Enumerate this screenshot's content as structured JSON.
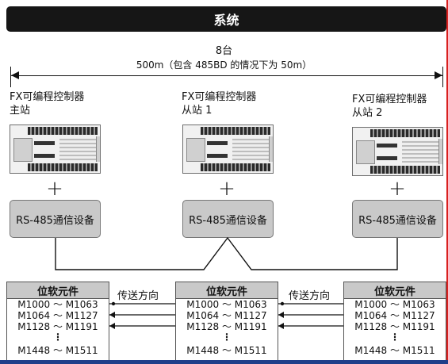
{
  "header": {
    "title": "系统"
  },
  "span": {
    "count": "8台",
    "distance": "500m（包含 485BD 的情况下为 50m）"
  },
  "stations": [
    {
      "title": "FX可编程控制器",
      "role": "主站"
    },
    {
      "title": "FX可编程控制器",
      "role": "从站 1"
    },
    {
      "title": "FX可编程控制器",
      "role": "从站 2"
    }
  ],
  "plus_symbol": "+",
  "rs_device_label": "RS-485通信设备",
  "bit_table": {
    "header": "位软元件",
    "rows": [
      "M1000 ～ M1063",
      "M1064 ～ M1127",
      "M1128 ～ M1191"
    ],
    "ellipsis": "⋮",
    "last_row": "M1448 ～ M1511"
  },
  "direction_label": "传送方向",
  "colors": {
    "header_bg": "#161616",
    "device_fill": "#c9c9c9",
    "accent_edge": "#d9201f"
  }
}
